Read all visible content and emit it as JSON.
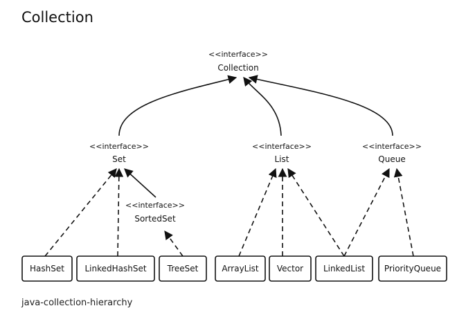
{
  "title": "Collection",
  "caption": "java-collection-hierarchy",
  "stereotype": "<<interface>>",
  "interfaces": {
    "collection": "Collection",
    "set": "Set",
    "list": "List",
    "queue": "Queue",
    "sortedset": "SortedSet"
  },
  "classes": [
    "HashSet",
    "LinkedHashSet",
    "TreeSet",
    "ArrayList",
    "Vector",
    "LinkedList",
    "PriorityQueue"
  ],
  "edges": [
    {
      "from": "Set",
      "to": "Collection",
      "kind": "extends"
    },
    {
      "from": "List",
      "to": "Collection",
      "kind": "extends"
    },
    {
      "from": "Queue",
      "to": "Collection",
      "kind": "extends"
    },
    {
      "from": "SortedSet",
      "to": "Set",
      "kind": "extends"
    },
    {
      "from": "HashSet",
      "to": "Set",
      "kind": "implements"
    },
    {
      "from": "LinkedHashSet",
      "to": "Set",
      "kind": "implements"
    },
    {
      "from": "TreeSet",
      "to": "SortedSet",
      "kind": "implements"
    },
    {
      "from": "ArrayList",
      "to": "List",
      "kind": "implements"
    },
    {
      "from": "Vector",
      "to": "List",
      "kind": "implements"
    },
    {
      "from": "LinkedList",
      "to": "List",
      "kind": "implements"
    },
    {
      "from": "LinkedList",
      "to": "Queue",
      "kind": "implements"
    },
    {
      "from": "PriorityQueue",
      "to": "Queue",
      "kind": "implements"
    }
  ]
}
